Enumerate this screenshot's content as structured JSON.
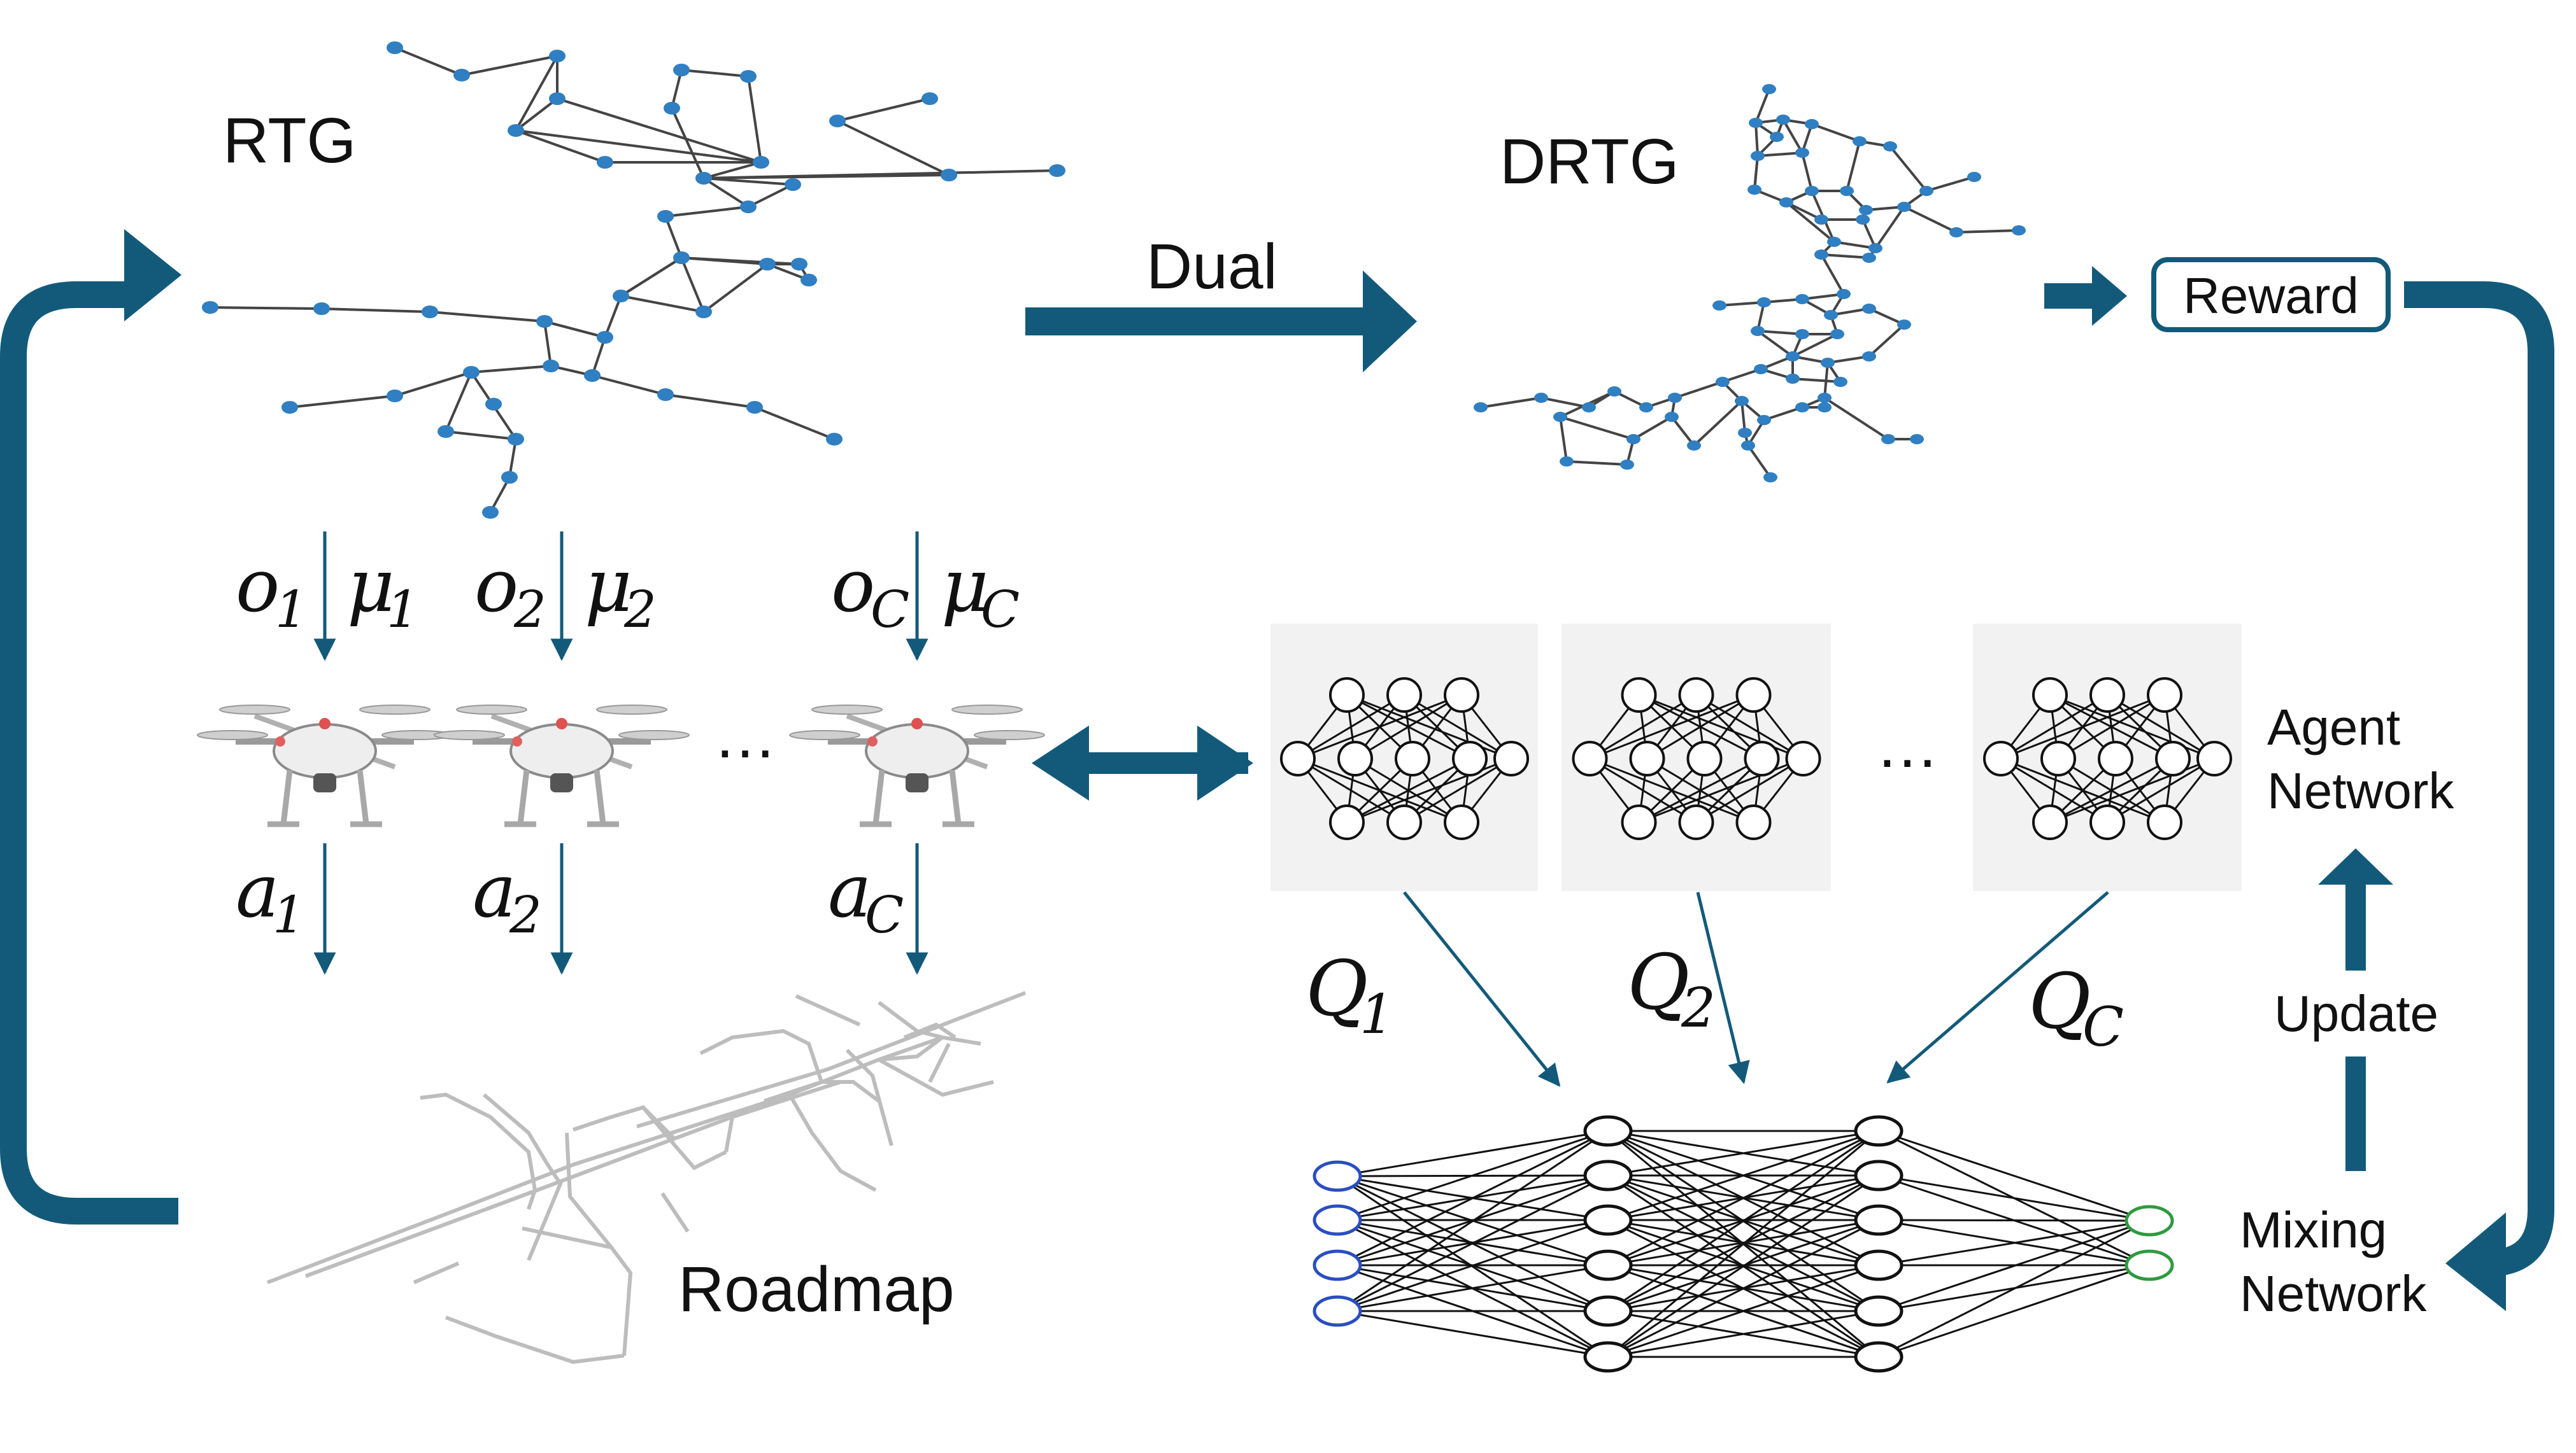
{
  "labels": {
    "rtg": "RTG",
    "drtg": "DRTG",
    "dual": "Dual",
    "reward": "Reward",
    "roadmap": "Roadmap",
    "agent_network_line1": "Agent",
    "agent_network_line2": "Network",
    "update": "Update",
    "mixing_network_line1": "Mixing",
    "mixing_network_line2": "Network",
    "ellipsis_drones": "…",
    "ellipsis_agents": "…"
  },
  "observations": [
    {
      "o": "o",
      "o_sub": "1",
      "mu": "μ",
      "mu_sub": "1"
    },
    {
      "o": "o",
      "o_sub": "2",
      "mu": "μ",
      "mu_sub": "2"
    },
    {
      "o": "o",
      "o_sub": "C",
      "mu": "μ",
      "mu_sub": "C"
    }
  ],
  "actions": [
    {
      "a": "a",
      "sub": "1"
    },
    {
      "a": "a",
      "sub": "2"
    },
    {
      "a": "a",
      "sub": "C"
    }
  ],
  "q_values": [
    {
      "q": "Q",
      "sub": "1"
    },
    {
      "q": "Q",
      "sub": "2"
    },
    {
      "q": "Q",
      "sub": "C"
    }
  ],
  "colors": {
    "arrow": "#135a7a",
    "node": "#2f7fc2",
    "edge": "#444444",
    "panel": "#f2f2f2",
    "mix_input": "#2a4ec0",
    "mix_output": "#2e9a3e"
  }
}
